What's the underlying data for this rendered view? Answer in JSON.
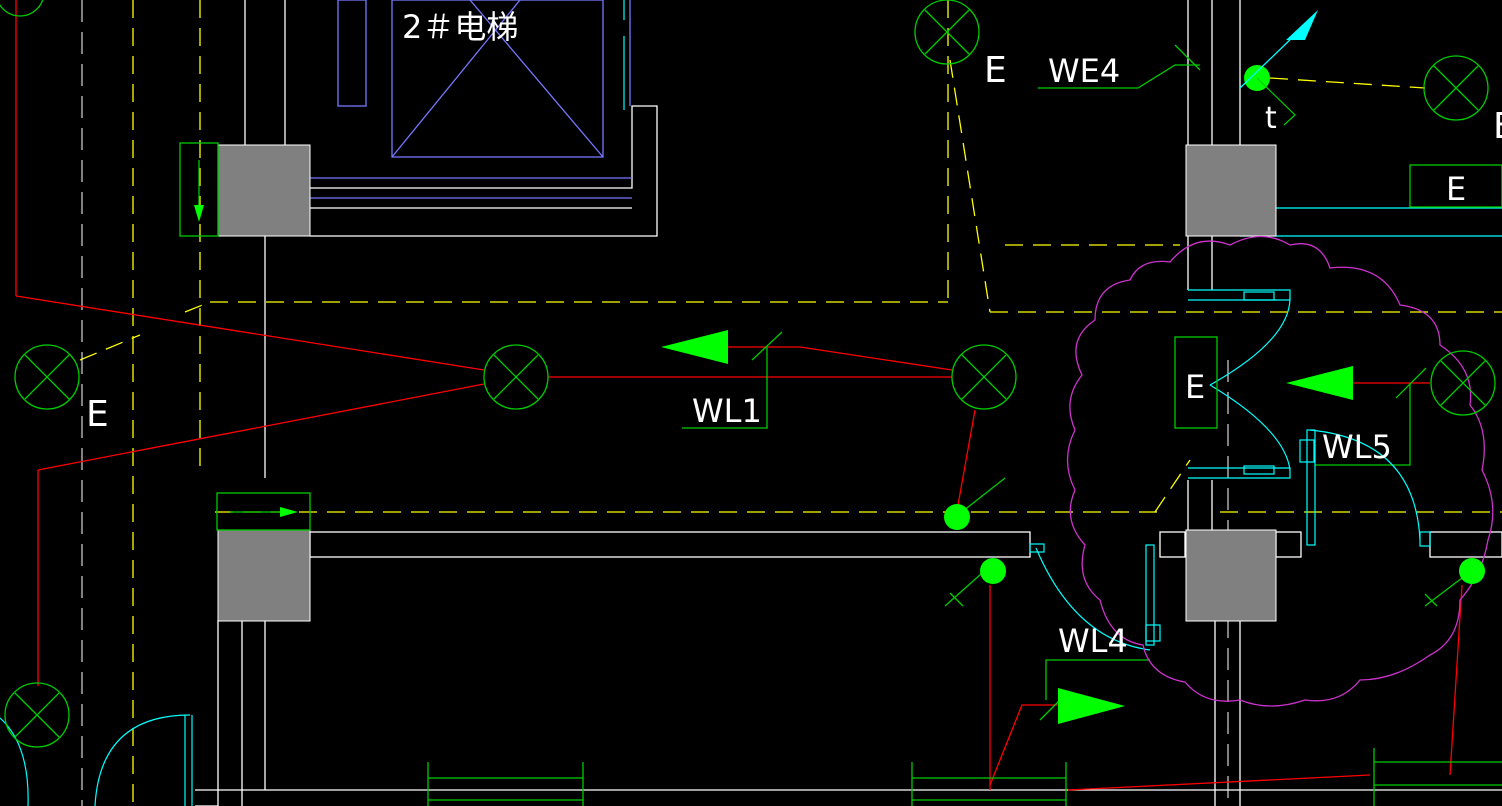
{
  "drawing": {
    "elevator_label": "2＃电梯",
    "circuit_labels": [
      "WE4",
      "WL1",
      "WL4",
      "WL5"
    ],
    "emergency_labels": [
      "E",
      "E",
      "E",
      "E",
      "E"
    ],
    "misc_label": "t"
  },
  "colors": {
    "background": "#000000",
    "wall": "#ffffff",
    "wire_red": "#ff0000",
    "wire_green": "#00ff00",
    "wire_yellow": "#ffff00",
    "symbol_green": "#00cc00",
    "fill_green": "#00ff00",
    "cyan": "#00ffff",
    "blue": "#7777ff",
    "magenta": "#cc33cc",
    "column_gray": "#808080"
  }
}
